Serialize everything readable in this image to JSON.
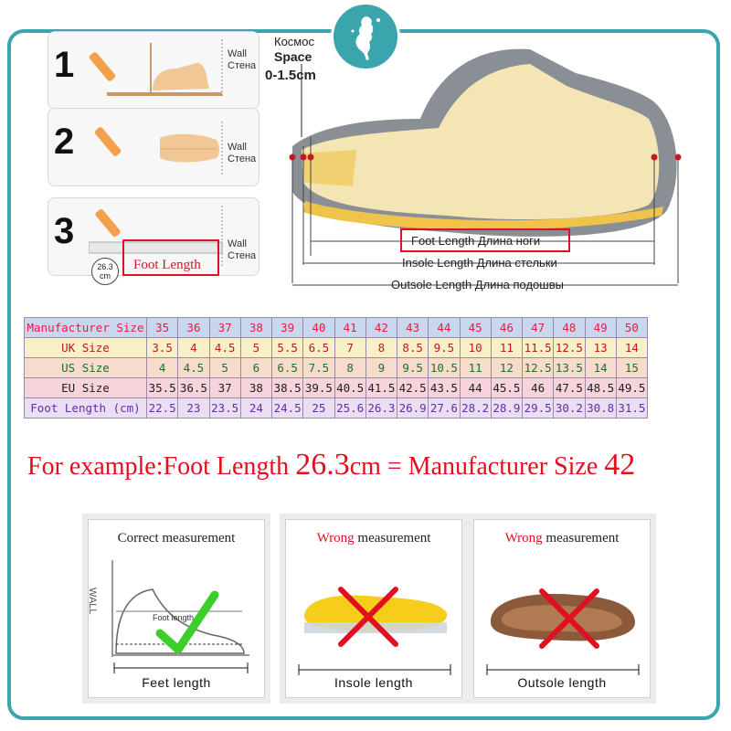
{
  "logo": {
    "icon": "lady-silhouette-icon"
  },
  "steps": [
    {
      "number": "1",
      "wall_label": [
        "Wall",
        "Стена"
      ]
    },
    {
      "number": "2",
      "wall_label": [
        "Wall",
        "Стена"
      ]
    },
    {
      "number": "3",
      "wall_label": [
        "Wall",
        "Стена"
      ],
      "foot_length_label": "Foot Length",
      "example_value": [
        "26.3",
        "cm"
      ]
    }
  ],
  "diagram": {
    "space_label": [
      "Космос",
      "Space"
    ],
    "space_range": "0-1.5cm",
    "foot_length": "Foot Length  Длина ноги",
    "insole_length": "Insole Length  Длина стельки",
    "outsole_length": "Outsole Length  Длина подошвы"
  },
  "size_table": {
    "rows": [
      {
        "label": "Manufacturer Size",
        "bg": "#c8d7ee",
        "color": "#e02040",
        "values": [
          "35",
          "36",
          "37",
          "38",
          "39",
          "40",
          "41",
          "42",
          "43",
          "44",
          "45",
          "46",
          "47",
          "48",
          "49",
          "50"
        ]
      },
      {
        "label": "UK Size",
        "bg": "#f8f0c8",
        "color": "#c01818",
        "values": [
          "3.5",
          "4",
          "4.5",
          "5",
          "5.5",
          "6.5",
          "7",
          "8",
          "8.5",
          "9.5",
          "10",
          "11",
          "11.5",
          "12.5",
          "13",
          "14"
        ]
      },
      {
        "label": "US Size",
        "bg": "#f7dccb",
        "color": "#1e6e2c",
        "values": [
          "4",
          "4.5",
          "5",
          "6",
          "6.5",
          "7.5",
          "8",
          "9",
          "9.5",
          "10.5",
          "11",
          "12",
          "12.5",
          "13.5",
          "14",
          "15"
        ]
      },
      {
        "label": "EU Size",
        "bg": "#f7d3dc",
        "color": "#202020",
        "values": [
          "35.5",
          "36.5",
          "37",
          "38",
          "38.5",
          "39.5",
          "40.5",
          "41.5",
          "42.5",
          "43.5",
          "44",
          "45.5",
          "46",
          "47.5",
          "48.5",
          "49.5"
        ]
      },
      {
        "label": "Foot Length (cm)",
        "bg": "#eadff2",
        "color": "#6a2aa8",
        "values": [
          "22.5",
          "23",
          "23.5",
          "24",
          "24.5",
          "25",
          "25.6",
          "26.3",
          "26.9",
          "27.6",
          "28.2",
          "28.9",
          "29.5",
          "30.2",
          "30.8",
          "31.5"
        ]
      }
    ]
  },
  "example": {
    "prefix": "For example:Foot Length ",
    "value": "26.3",
    "mid": "cm = Manufacturer Size ",
    "size": "42"
  },
  "cards": [
    {
      "title_rest": "Correct measurement",
      "title_wrong": "",
      "foot": "Feet length",
      "wall": "WALL",
      "inner_label": "Foot length"
    },
    {
      "title_rest": " measurement",
      "title_wrong": "Wrong",
      "foot": "Insole length"
    },
    {
      "title_rest": " measurement",
      "title_wrong": "Wrong",
      "foot": "Outsole length"
    }
  ],
  "colors": {
    "accent": "#3aa5ad",
    "red": "#e01020"
  }
}
